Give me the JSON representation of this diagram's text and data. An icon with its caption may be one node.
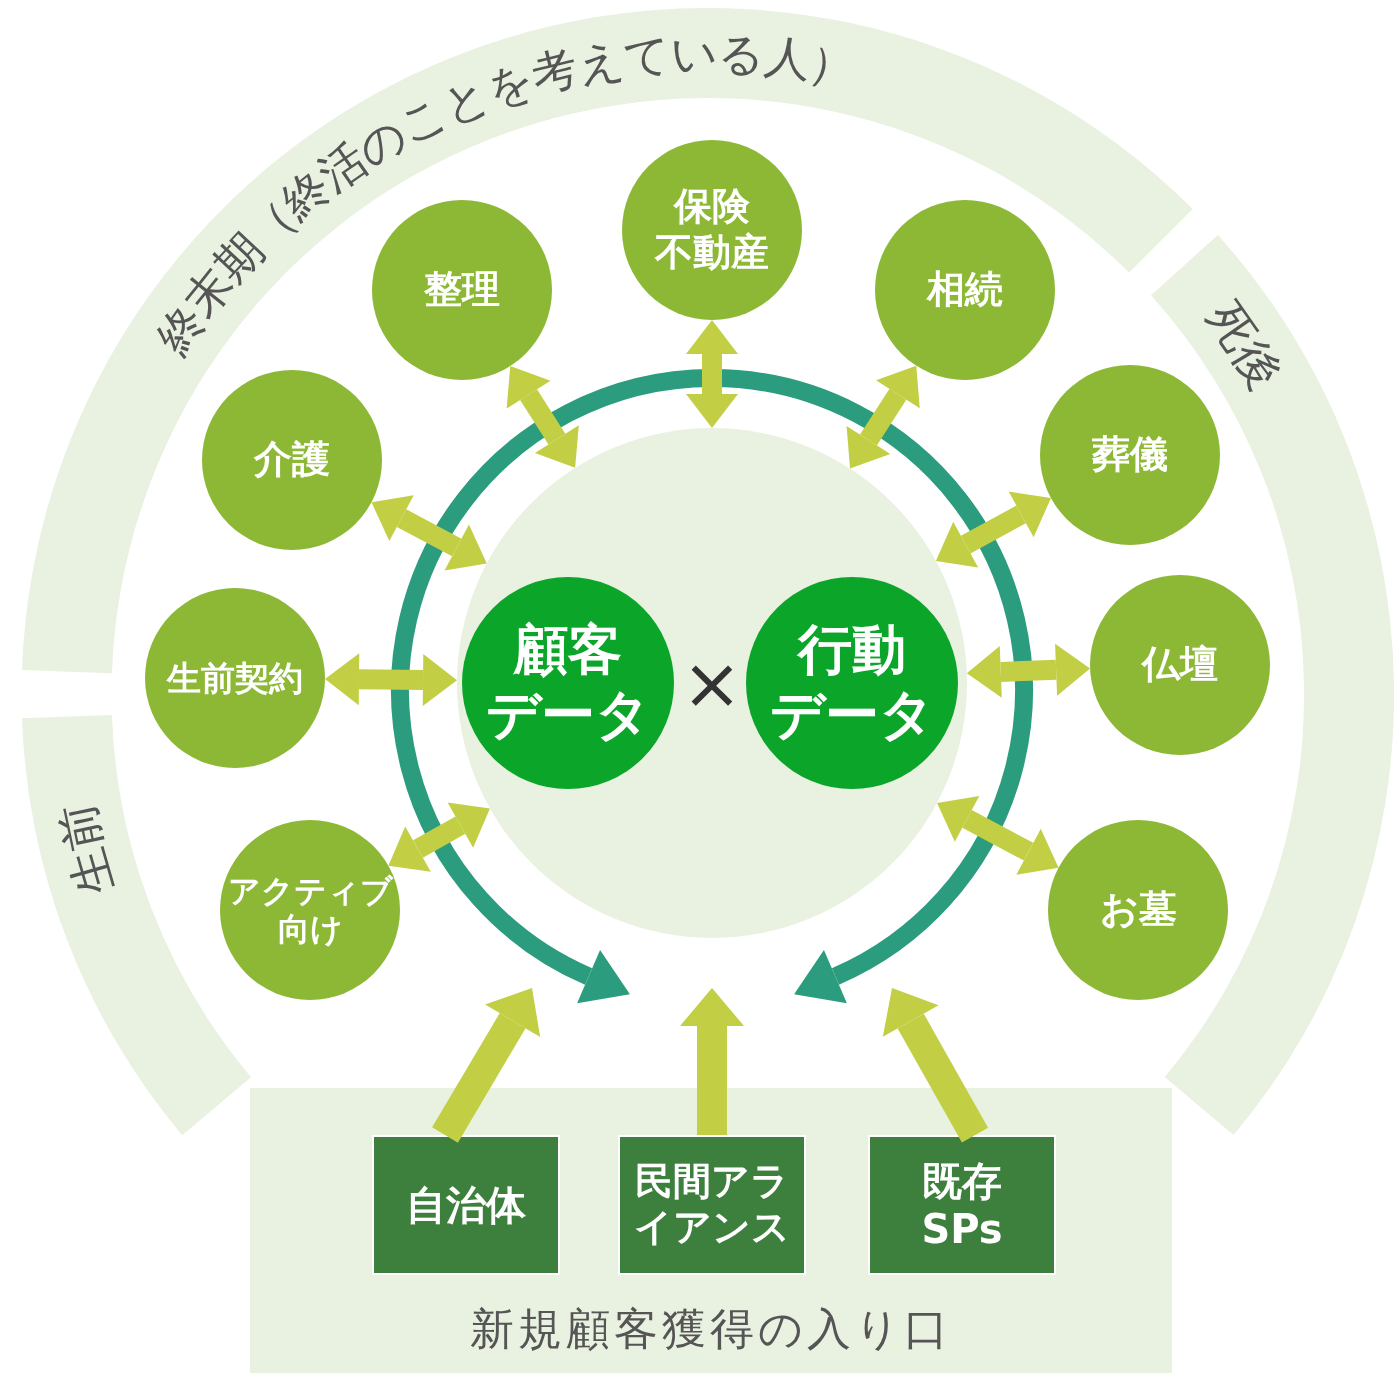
{
  "diagram": {
    "nodes": [
      {
        "text": [
          "終末期（終活のことを考えている人）"
        ]
      },
      {
        "text": [
          "死後"
        ]
      },
      {
        "text": [
          "生前"
        ]
      },
      {
        "text": [],
        "shape": "circle"
      },
      {
        "text": [
          "顧客データ"
        ],
        "in": 3
      },
      {
        "text": [
          "行動データ"
        ],
        "in": 3
      },
      {
        "text": [
          "保険不動産"
        ]
      },
      {
        "text": [
          "整理"
        ]
      },
      {
        "text": [
          "相続"
        ]
      },
      {
        "text": [
          "葬儀"
        ]
      },
      {
        "text": [
          "介護"
        ]
      },
      {
        "text": [
          "仏壇"
        ]
      },
      {
        "text": [
          "生前契約"
        ]
      },
      {
        "text": [
          "お墓"
        ]
      },
      {
        "text": [
          "アクティブ向け"
        ]
      },
      {
        "text": [
          "新規顧客獲得の入り口"
        ]
      },
      {
        "text": [
          "自治体"
        ],
        "in": 15
      },
      {
        "text": [
          "民間アライアンス"
        ],
        "in": 15
      },
      {
        "text": [
          "既存SPs"
        ],
        "in": 15
      }
    ],
    "edges": [
      {
        "from": 6,
        "to": 3,
        "arrow": "both"
      },
      {
        "from": 7,
        "to": 3,
        "arrow": "both"
      },
      {
        "from": 8,
        "to": 3,
        "arrow": "both"
      },
      {
        "from": 9,
        "to": 3,
        "arrow": "both"
      },
      {
        "from": 10,
        "to": 3,
        "arrow": "both"
      },
      {
        "from": 11,
        "to": 3,
        "arrow": "both"
      },
      {
        "from": 12,
        "to": 3,
        "arrow": "both"
      },
      {
        "from": 13,
        "to": 3,
        "arrow": "both"
      },
      {
        "from": 14,
        "to": 3,
        "arrow": "both"
      },
      {
        "from": 16,
        "to": 3,
        "arrow": "to"
      },
      {
        "from": 17,
        "to": 3,
        "arrow": "to"
      },
      {
        "from": 18,
        "to": 3,
        "arrow": "to"
      }
    ],
    "labels": [
      "×"
    ]
  }
}
